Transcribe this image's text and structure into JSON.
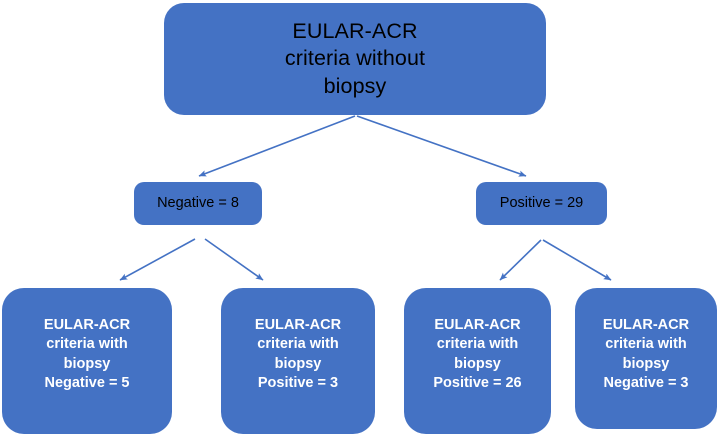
{
  "diagram": {
    "type": "flowchart",
    "title_node": {
      "id": "root",
      "label": "EULAR-ACR\ncriteria without\nbiopsy"
    },
    "level2": [
      {
        "id": "negative",
        "label": "Negative = 8",
        "value": 8,
        "result": "Negative"
      },
      {
        "id": "positive",
        "label": "Positive = 29",
        "value": 29,
        "result": "Positive"
      }
    ],
    "level3": [
      {
        "id": "leaf1",
        "label": "EULAR-ACR\ncriteria with\nbiopsy\nNegative = 5",
        "value": 5,
        "result": "Negative",
        "parent": "negative"
      },
      {
        "id": "leaf2",
        "label": "EULAR-ACR\ncriteria with\nbiopsy\nPositive = 3",
        "value": 3,
        "result": "Positive",
        "parent": "negative"
      },
      {
        "id": "leaf3",
        "label": "EULAR-ACR\ncriteria with\nbiopsy\nPositive = 26",
        "value": 26,
        "result": "Positive",
        "parent": "positive"
      },
      {
        "id": "leaf4",
        "label": "EULAR-ACR\ncriteria with\nbiopsy\nNegative  = 3",
        "value": 3,
        "result": "Negative",
        "parent": "positive"
      }
    ],
    "colors": {
      "node_fill": "#4472C4",
      "edge": "#4472C4",
      "root_text": "#000000",
      "mid_text": "#000000",
      "leaf_text": "#FFFFFF",
      "background": "#FFFFFF"
    }
  }
}
